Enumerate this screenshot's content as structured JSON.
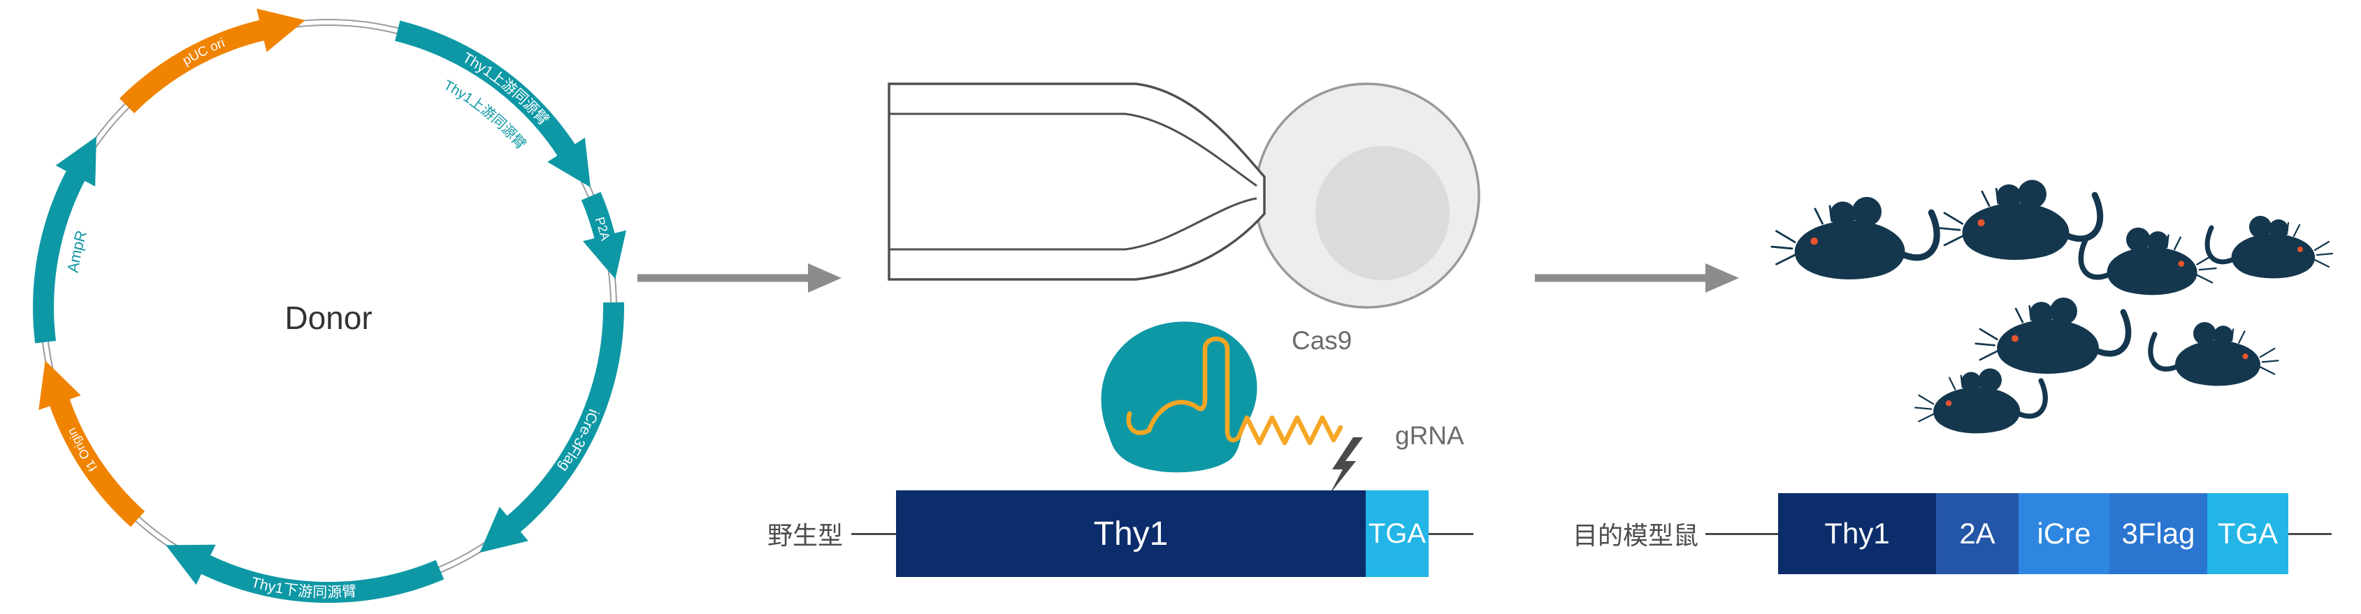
{
  "plasmid": {
    "title": "Donor",
    "features": [
      {
        "label": "pUC ori",
        "color": "#F08300"
      },
      {
        "label": "Thy1上游同源臂",
        "inner_label": "Thy1上游同源臂",
        "color": "#0E98A5"
      },
      {
        "label": "P2A",
        "color": "#0E98A5"
      },
      {
        "label": "iCre-3Flag",
        "color": "#0E98A5"
      },
      {
        "label": "Thy1下游同源臂",
        "color": "#0E98A5"
      },
      {
        "label": "f1 Origin",
        "color": "#F08300"
      },
      {
        "label": "AmpR",
        "color": "#0E98A5"
      }
    ]
  },
  "injection": {
    "cas9_label": "Cas9",
    "grna_label": "gRNA"
  },
  "wild_type": {
    "label": "野生型",
    "segments": [
      "Thy1",
      "TGA"
    ]
  },
  "model": {
    "label": "目的模型鼠",
    "segments": [
      "Thy1",
      "2A",
      "iCre",
      "3Flag",
      "TGA"
    ]
  },
  "mice": {
    "count": 7
  },
  "colors": {
    "teal": "#0E98A5",
    "orange": "#F08300",
    "grna_orange": "#F5A623",
    "navy": "#0C2D6B",
    "blue_2a": "#2456A8",
    "blue_icre": "#2E86E0",
    "blue_3flag": "#2A75D0",
    "cyan": "#22B5E6",
    "mouse": "#14374E",
    "mouse_eye": "#E8542F",
    "flow_arrow_gray": "#8C8C8C"
  }
}
